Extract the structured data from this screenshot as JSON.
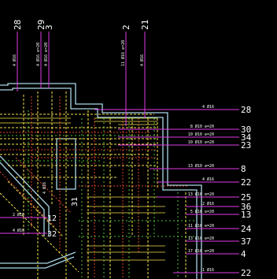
{
  "colors": {
    "background": "#000000",
    "outline": "#a9d6e6",
    "leader": "#e13ae6",
    "label": "#ffffff",
    "rebar_yellow": "#f2e04a",
    "rebar_red": "#d8452e",
    "rebar_green": "#4fbf3a"
  },
  "top_callouts": [
    {
      "id": "t28",
      "mark": "28",
      "spec": "4 Ø16"
    },
    {
      "id": "t29",
      "mark": "29",
      "spec": "4 Ø16 e=20"
    },
    {
      "id": "t3",
      "mark": "3",
      "spec": "4 Ø16 e=20"
    },
    {
      "id": "t2",
      "mark": "2",
      "spec": "11 Ø16 e=20"
    },
    {
      "id": "t21",
      "mark": "21",
      "spec": "4 Ø16"
    }
  ],
  "right_callouts": [
    {
      "id": "r28",
      "mark": "28",
      "spec": "4 Ø16"
    },
    {
      "id": "r30",
      "mark": "30",
      "spec": "8 Ø10 e=20"
    },
    {
      "id": "r34",
      "mark": "34",
      "spec": "10 Ø10 e=20"
    },
    {
      "id": "r23",
      "mark": "23",
      "spec": "10 Ø10 e=20"
    },
    {
      "id": "r8",
      "mark": "8",
      "spec": "13 Ø10 e=20"
    },
    {
      "id": "r22a",
      "mark": "22",
      "spec": "4 Ø16"
    },
    {
      "id": "r25",
      "mark": "25",
      "spec": "13 Ø10 e=20"
    },
    {
      "id": "r36",
      "mark": "36",
      "spec": "2 Ø16"
    },
    {
      "id": "r13",
      "mark": "13",
      "spec": "5 Ø10 e=20"
    },
    {
      "id": "r24",
      "mark": "24",
      "spec": "11 Ø10 e=20"
    },
    {
      "id": "r37",
      "mark": "37",
      "spec": "13 Ø10 e=20"
    },
    {
      "id": "r4",
      "mark": "4",
      "spec": "17 Ø10 e=20"
    },
    {
      "id": "r22b",
      "mark": "22",
      "spec": "1 Ø16"
    }
  ],
  "left_callouts": [
    {
      "id": "l12",
      "mark": "12",
      "spec": "2 Ø16"
    },
    {
      "id": "l32",
      "mark": "32",
      "spec": "4 Ø16"
    },
    {
      "id": "l31",
      "mark": "31",
      "spec": "4 Ø16"
    }
  ]
}
